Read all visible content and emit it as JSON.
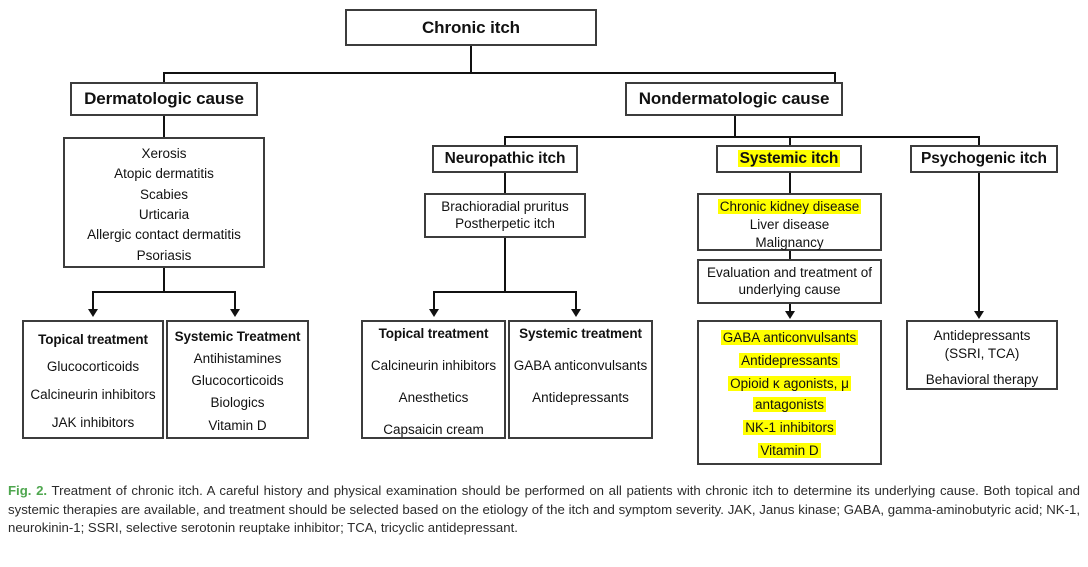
{
  "diagram": {
    "root": {
      "label": "Chronic itch"
    },
    "branches": {
      "dermatologic": {
        "label": "Dermatologic cause",
        "causes": [
          "Xerosis",
          "Atopic dermatitis",
          "Scabies",
          "Urticaria",
          "Allergic contact dermatitis",
          "Psoriasis"
        ],
        "treatments": [
          {
            "title": "Topical treatment",
            "items": [
              "Glucocorticoids",
              "Calcineurin inhibitors",
              "JAK inhibitors"
            ]
          },
          {
            "title": "Systemic Treatment",
            "items": [
              "Antihistamines",
              "Glucocorticoids",
              "Biologics",
              "Vitamin D"
            ]
          }
        ]
      },
      "nondermatologic": {
        "label": "Nondermatologic cause",
        "subtypes": [
          {
            "label": "Neuropathic itch",
            "highlighted": false,
            "causes": [
              "Brachioradial pruritus",
              "Postherpetic itch"
            ],
            "causes_highlighted": [],
            "treatments": [
              {
                "title": "Topical treatment",
                "items": [
                  "Calcineurin inhibitors",
                  "Anesthetics",
                  "Capsaicin cream"
                ],
                "highlighted_items": []
              },
              {
                "title": "Systemic treatment",
                "items": [
                  "GABA anticonvulsants",
                  "Antidepressants"
                ],
                "highlighted_items": []
              }
            ]
          },
          {
            "label": "Systemic itch",
            "highlighted": true,
            "causes": [
              "Chronic kidney disease",
              "Liver disease",
              "Malignancy"
            ],
            "causes_highlighted": [
              "Chronic kidney disease"
            ],
            "intermediate": "Evaluation and treatment of underlying cause",
            "treatments": [
              {
                "title": "",
                "items": [
                  "GABA anticonvulsants",
                  "Antidepressants",
                  "Opioid κ agonists, μ antagonists",
                  "NK-1 inhibitors",
                  "Vitamin D"
                ],
                "highlighted_items": [
                  "GABA anticonvulsants",
                  "Antidepressants",
                  "Opioid κ agonists, μ antagonists",
                  "NK-1 inhibitors",
                  "Vitamin D"
                ]
              }
            ]
          },
          {
            "label": "Psychogenic itch",
            "highlighted": false,
            "causes": [],
            "causes_highlighted": [],
            "treatments": [
              {
                "title": "",
                "items": [
                  "Antidepressants",
                  "(SSRI, TCA)",
                  "Behavioral therapy"
                ],
                "highlighted_items": []
              }
            ]
          }
        ]
      }
    }
  },
  "labels": {
    "root": "Chronic itch",
    "dermatologic": "Dermatologic cause",
    "nondermatologic": "Nondermatologic cause",
    "neuropathic": "Neuropathic itch",
    "systemic_itch": "Systemic itch",
    "psychogenic": "Psychogenic itch",
    "derm_cause_1": "Xerosis",
    "derm_cause_2": "Atopic dermatitis",
    "derm_cause_3": "Scabies",
    "derm_cause_4": "Urticaria",
    "derm_cause_5": "Allergic contact dermatitis",
    "derm_cause_6": "Psoriasis",
    "derm_topical_title": "Topical treatment",
    "derm_topical_1": "Glucocorticoids",
    "derm_topical_2": "Calcineurin inhibitors",
    "derm_topical_3": "JAK inhibitors",
    "derm_systemic_title": "Systemic Treatment",
    "derm_systemic_1": "Antihistamines",
    "derm_systemic_2": "Glucocorticoids",
    "derm_systemic_3": "Biologics",
    "derm_systemic_4": "Vitamin D",
    "neuro_cause_1": "Brachioradial pruritus",
    "neuro_cause_2": "Postherpetic itch",
    "neuro_topical_title": "Topical treatment",
    "neuro_topical_1": "Calcineurin inhibitors",
    "neuro_topical_2": "Anesthetics",
    "neuro_topical_3": "Capsaicin cream",
    "neuro_systemic_title": "Systemic treatment",
    "neuro_systemic_1": "GABA anticonvulsants",
    "neuro_systemic_2": "Antidepressants",
    "sys_cause_1": "Chronic kidney disease",
    "sys_cause_2": "Liver disease",
    "sys_cause_3": "Malignancy",
    "sys_eval": "Evaluation and treatment of underlying cause",
    "sys_tx_1": "GABA anticonvulsants",
    "sys_tx_2": "Antidepressants",
    "sys_tx_3a": "Opioid κ agonists, μ",
    "sys_tx_3b": "antagonists",
    "sys_tx_4": "NK-1 inhibitors",
    "sys_tx_5": "Vitamin D",
    "psy_tx_1": "Antidepressants",
    "psy_tx_2": "(SSRI, TCA)",
    "psy_tx_3": "Behavioral therapy"
  },
  "caption": {
    "figure_label": "Fig. 2.",
    "text": " Treatment of chronic itch. A careful history and physical examination should be performed on all patients with chronic itch to determine its underlying cause. Both topical and systemic therapies are available, and treatment should be selected based on the etiology of the itch and symptom severity. JAK, Janus kinase; GABA, gamma-aminobutyric acid; NK-1, neurokinin-1; SSRI, selective serotonin reuptake inhibitor; TCA, tricyclic antidepressant."
  },
  "colors": {
    "highlight": "#ffff00",
    "figure_label": "#4ea64e",
    "box_border": "#3c3c3c",
    "line": "#111111"
  }
}
